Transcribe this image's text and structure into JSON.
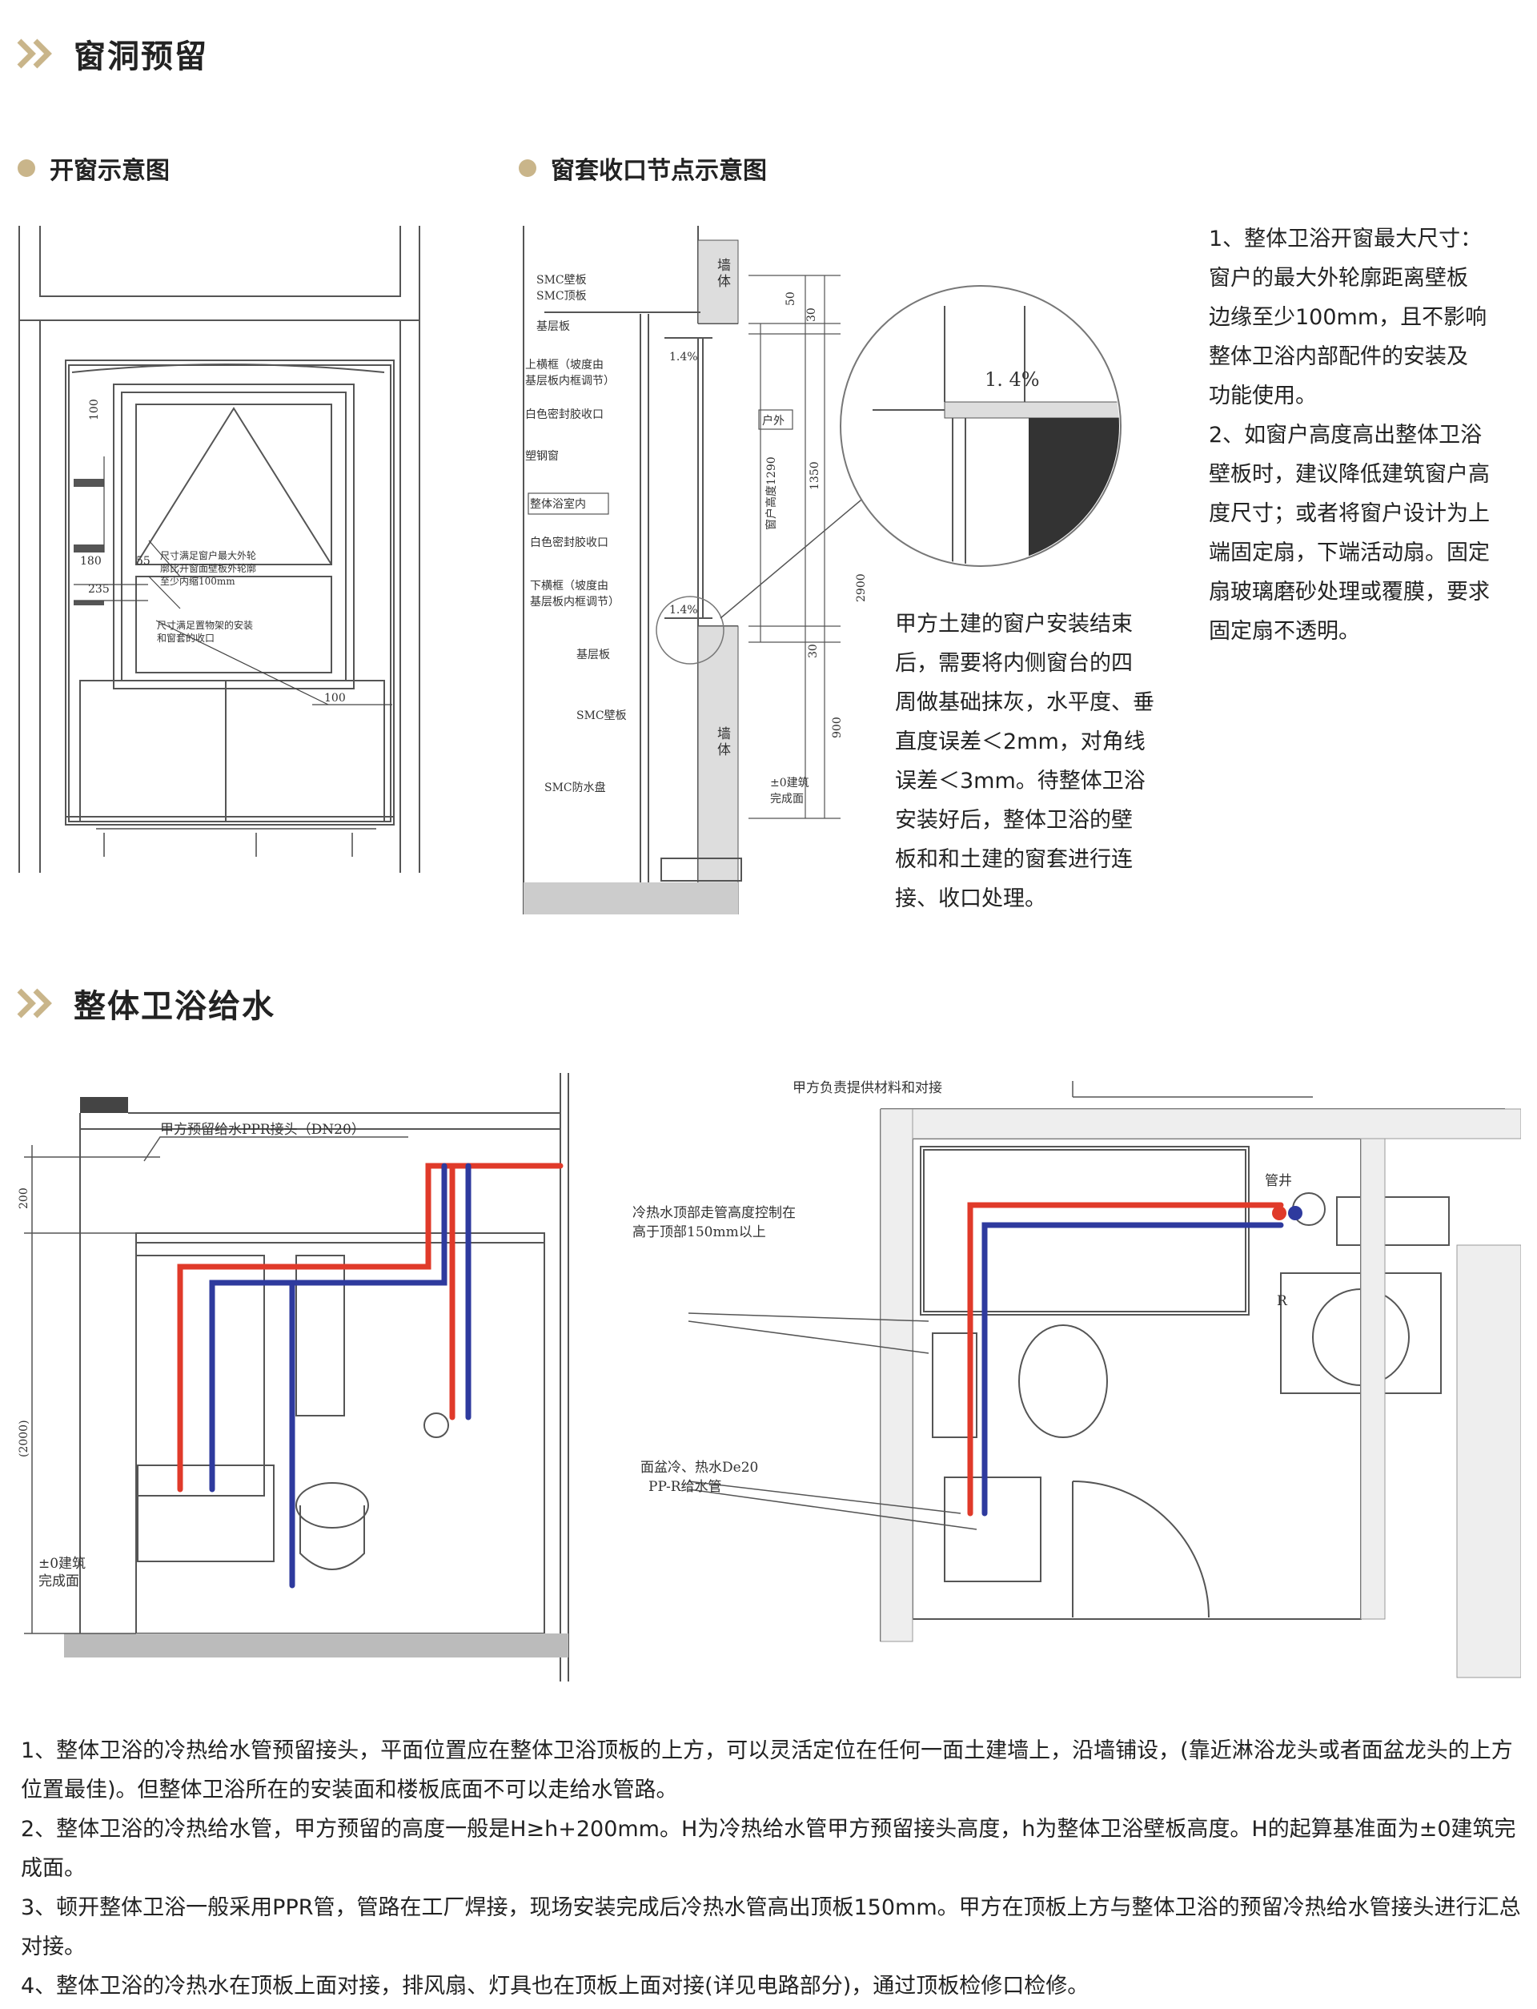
{
  "section1": {
    "title": "窗洞预留",
    "sub_left": "开窗示意图",
    "sub_right": "窗套收口节点示意图",
    "left_drawing": {
      "dims": [
        "100",
        "180",
        "55",
        "235",
        "100"
      ],
      "notes": [
        "尺寸满足窗户最大外轮",
        "廓比开窗面壁板外轮廓",
        "至少内缩100mm",
        "尺寸满足置物架的安装",
        "和窗套的收口"
      ]
    },
    "node_drawing": {
      "labels": [
        "SMC壁板",
        "SMC顶板",
        "基层板",
        "上横框（坡度由",
        "基层板内框调节）",
        "白色密封胶收口",
        "塑钢窗",
        "整体浴室内",
        "白色密封胶收口",
        "下横框（坡度由",
        "基层板内框调节）",
        "基层板",
        "SMC壁板",
        "SMC防水盘"
      ],
      "wall": [
        "墙",
        "体"
      ],
      "outdoor": "户外",
      "slope": "1.4%",
      "window_height": "窗户高度1290",
      "dims": [
        "50",
        "30",
        "1350",
        "2900",
        "30",
        "900"
      ],
      "floor": [
        "±0建筑",
        "完成面"
      ],
      "zoom_slope": "1. 4%"
    },
    "middle_note": [
      "甲方土建的窗户安装结束",
      "后，需要将内侧窗台的四",
      "周做基础抹灰，水平度、垂",
      "直度误差＜2mm，对角线",
      "误差＜3mm。待整体卫浴",
      "安装好后，整体卫浴的壁",
      "板和和土建的窗套进行连",
      "接、收口处理。"
    ],
    "right_note": [
      "1、整体卫浴开窗最大尺寸：",
      "窗户的最大外轮廓距离壁板",
      "边缘至少100mm，且不影响",
      "整体卫浴内部配件的安装及",
      "功能使用。",
      "2、如窗户高度高出整体卫浴",
      "壁板时，建议降低建筑窗户高",
      "度尺寸；或者将窗户设计为上",
      "端固定扇，下端活动扇。固定",
      "扇玻璃磨砂处理或覆膜，要求",
      "固定扇不透明。"
    ]
  },
  "section2": {
    "title": "整体卫浴给水",
    "elevation": {
      "ppr_label": "甲方预留给水PPR接头（DN20）",
      "dim_top": "200",
      "dim_mid": "(2000)",
      "floor": [
        "±0建筑",
        "完成面"
      ]
    },
    "plan": {
      "top_label": "甲方负责提供材料和对接",
      "pipe_height_label": [
        "冷热水顶部走管高度控制在",
        "高于顶部150mm以上"
      ],
      "basin_label": [
        "面盆冷、热水De20",
        "PP-R给水管"
      ],
      "shaft": "管井",
      "r_mark": "R"
    },
    "paragraphs": [
      "1、整体卫浴的冷热给水管预留接头，平面位置应在整体卫浴顶板的上方，可以灵活定位在任何一面土建墙上，沿墙铺设，(靠近淋浴龙头或者面盆龙头的上方位置最佳)。但整体卫浴所在的安装面和楼板底面不可以走给水管路。",
      "2、整体卫浴的冷热给水管，甲方预留的高度一般是H≥h+200mm。H为冷热给水管甲方预留接头高度，h为整体卫浴壁板高度。H的起算基准面为±0建筑完成面。",
      "3、顿开整体卫浴一般采用PPR管，管路在工厂焊接，现场安装完成后冷热水管高出顶板150mm。甲方在顶板上方与整体卫浴的预留冷热给水管接头进行汇总对接。",
      "4、整体卫浴的冷热水在顶板上面对接，排风扇、灯具也在顶板上面对接(详见电路部分)，通过顶板检修口检修。"
    ]
  },
  "colors": {
    "accent_gold": "#c9b58a",
    "hot_pipe": "#e03a2a",
    "cold_pipe": "#2e3a9e",
    "line": "#555555"
  }
}
